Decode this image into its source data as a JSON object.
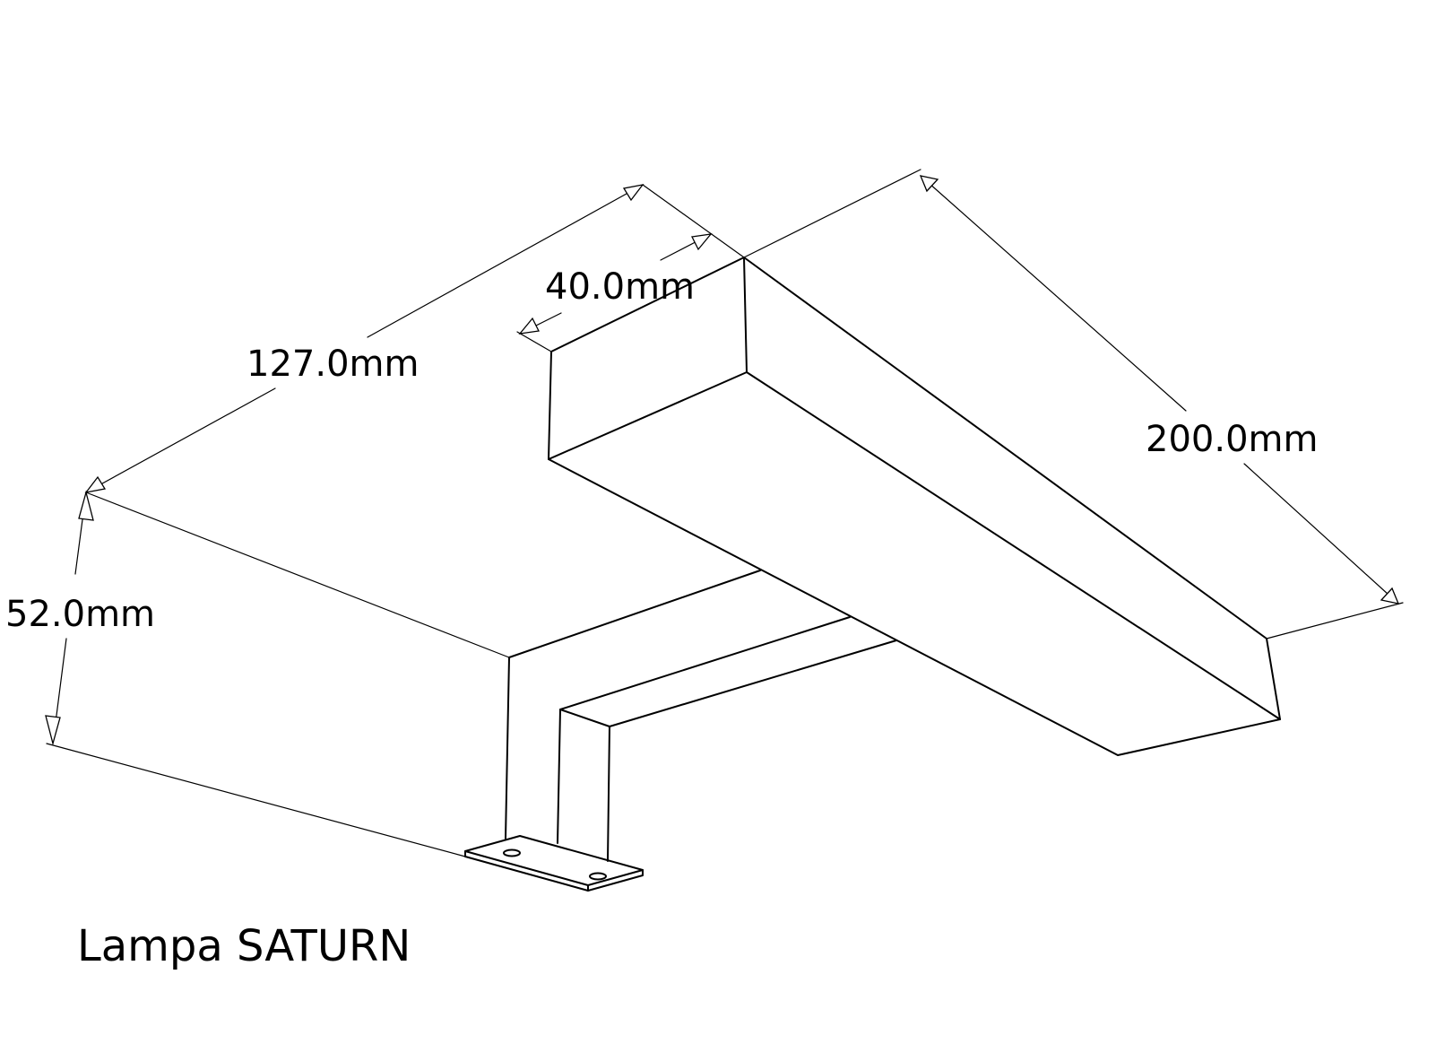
{
  "title": "Lampa SATURN",
  "dimensions": {
    "length": "200.0mm",
    "depth": "127.0mm",
    "thickness": "40.0mm",
    "height": "52.0mm"
  }
}
